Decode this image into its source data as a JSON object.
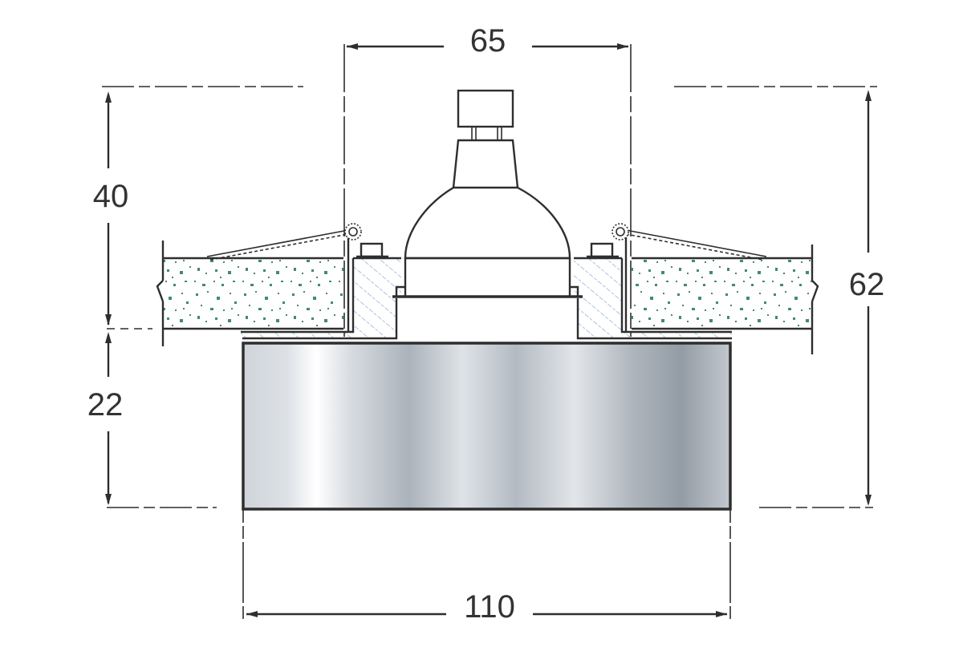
{
  "diagram": {
    "type": "technical-drawing",
    "subject": "recessed ceiling downlight with GU10 lamp, cross-section",
    "colors": {
      "line": "#2e2e2e",
      "text": "#333333",
      "ceiling_speckle": "#3f8a78",
      "hatch": "#8aa6d6",
      "metal_light": "#f4f6f8",
      "metal_mid": "#c3c8cf",
      "metal_dark": "#939ca5"
    },
    "dimensions": {
      "top_width": "65",
      "bottom_width": "110",
      "upper_height": "40",
      "lower_height": "22",
      "total_height": "62"
    },
    "components": [
      "lamp-pins-connector",
      "gu10-lamp-reflector",
      "spring-clip-left",
      "spring-clip-right",
      "ceiling-board",
      "mounting-ring-hatched",
      "decorative-metal-cylinder"
    ]
  }
}
